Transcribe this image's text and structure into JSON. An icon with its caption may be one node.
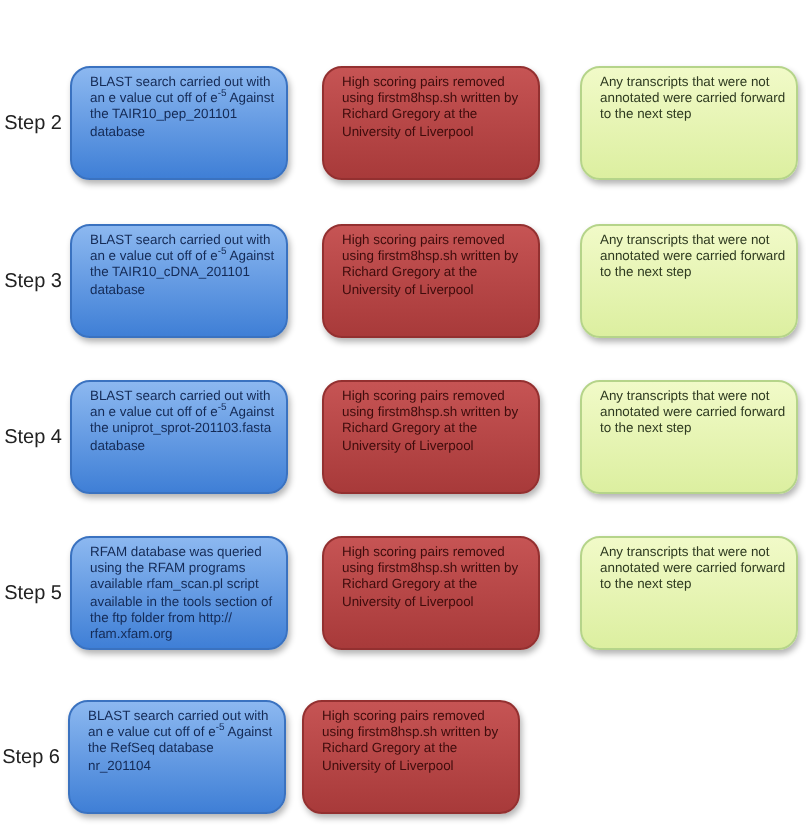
{
  "diagram": {
    "nodes": [
      {
        "text": [
          "BLAST search carried out with an e value cut off of e$^{-5}$ Against the TAIR10_pep_201101 database"
        ],
        "beside": [
          "Step 2"
        ]
      },
      {
        "text": [
          "High scoring pairs removed using firstm8hsp.sh written by Richard Gregory at the University of Liverpool"
        ]
      },
      {
        "text": [
          "Any transcripts that were not annotated were carried forward to the next step"
        ]
      },
      {
        "text": [
          "BLAST search carried out with an e value cut off of e$^{-5}$ Against the TAIR10_cDNA_201101 database"
        ],
        "beside": [
          "Step 3"
        ]
      },
      {
        "text": [
          "High scoring pairs removed using firstm8hsp.sh written by Richard Gregory at the University of Liverpool"
        ]
      },
      {
        "text": [
          "Any transcripts that were not annotated were carried forward to the next step"
        ]
      },
      {
        "text": [
          "BLAST search carried out with an e value cut off of e$^{-5}$ Against the uniprot_sprot-201103.fasta database"
        ],
        "beside": [
          "Step 4"
        ]
      },
      {
        "text": [
          "High scoring pairs removed using firstm8hsp.sh written by Richard Gregory at the University of Liverpool"
        ]
      },
      {
        "text": [
          "Any transcripts that were not annotated were carried forward to the next step"
        ]
      },
      {
        "text": [
          "RFAM database was queried using the RFAM programs available rfam_scan.pl script available in the tools section of the ftp folder from http:// rfam.xfam.org"
        ],
        "beside": [
          "Step 5"
        ]
      },
      {
        "text": [
          "High scoring pairs removed using firstm8hsp.sh written by Richard Gregory at the University of Liverpool"
        ]
      },
      {
        "text": [
          "Any transcripts that were not annotated were carried forward to the next step"
        ]
      },
      {
        "text": [
          "BLAST search carried out with an e value cut off of e$^{-5}$ Against the RefSeq database nr_201104"
        ],
        "beside": [
          "Step 6"
        ]
      },
      {
        "text": [
          "High scoring pairs removed using firstm8hsp.sh written by Richard Gregory at the University of Liverpool"
        ]
      }
    ]
  }
}
